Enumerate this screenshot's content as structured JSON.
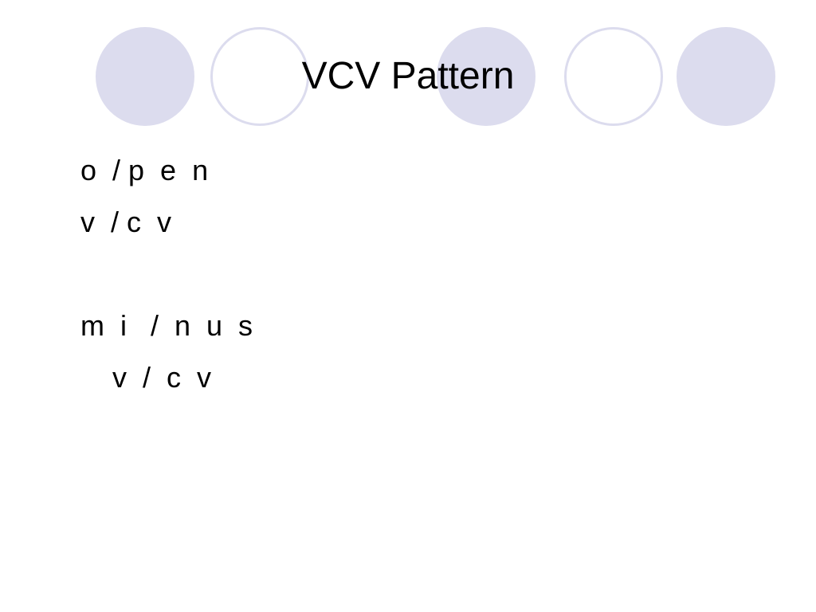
{
  "slide": {
    "title": "VCV Pattern",
    "lines": [
      "o  / p  e  n",
      "v  / c  v",
      "m  i   /  n  u  s",
      "    v  /  c  v"
    ]
  },
  "colors": {
    "circle_fill": "#dcdcee",
    "background": "#ffffff",
    "text": "#000000"
  }
}
